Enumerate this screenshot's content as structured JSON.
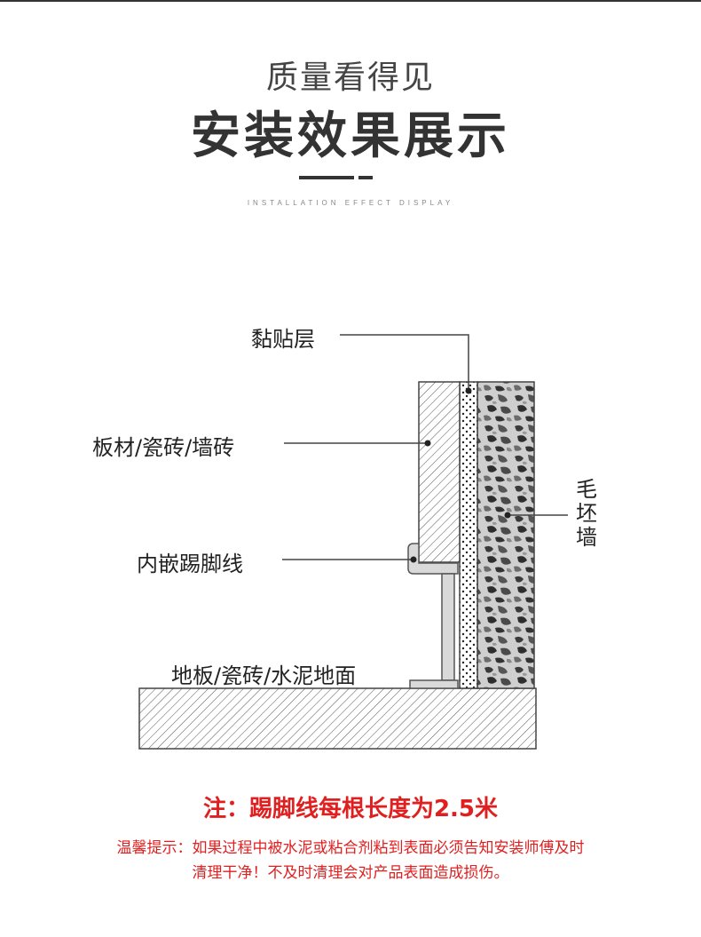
{
  "header": {
    "subtitle": "质量看得见",
    "title": "安装效果展示",
    "en_title": "INSTALLATION EFFECT DISPLAY"
  },
  "diagram": {
    "labels": {
      "adhesive_layer": "黏贴层",
      "panel": "板材/瓷砖/墙砖",
      "skirting": "内嵌踢脚线",
      "floor": "地板/瓷砖/水泥地面",
      "rough_wall": "毛坯墙"
    }
  },
  "footer": {
    "note": "注：踢脚线每根长度为2.5米",
    "tip_line1": "温馨提示：如果过程中被水泥或粘合剂粘到表面必须告知安装师傅及时",
    "tip_line2": "清理干净！不及时清理会对产品表面造成损伤。"
  },
  "colors": {
    "accent": "#e02020",
    "text": "#333333"
  }
}
